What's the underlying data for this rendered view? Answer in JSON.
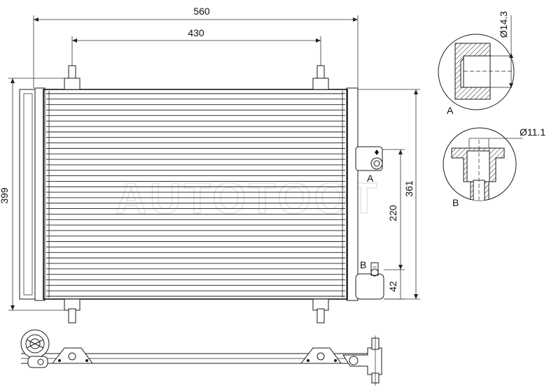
{
  "dimensions": {
    "overall_width": "560",
    "mount_spacing": "430",
    "overall_height": "399",
    "core_height": "361",
    "port_spacing": "220",
    "port_offset": "42",
    "detail_a_diameter": "Ø14.3",
    "detail_b_diameter": "Ø11.1"
  },
  "labels": {
    "port_a": "A",
    "port_b": "B",
    "detail_a": "A",
    "detail_b": "B"
  },
  "watermark": "AUTOTOOT"
}
